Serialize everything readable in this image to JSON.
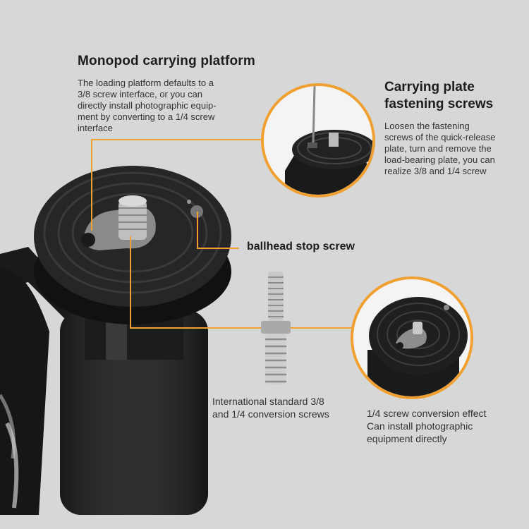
{
  "platform": {
    "title": "Monopod carrying platform",
    "desc_lines": [
      "The loading platform defaults to a",
      "3/8 screw interface, or you can",
      "directly install photographic equip-",
      "ment by converting to a 1/4 screw",
      "interface"
    ]
  },
  "fastening": {
    "title_lines": [
      "Carrying plate",
      "fastening screws"
    ],
    "desc_lines": [
      "Loosen the fastening",
      "screws of the quick-release",
      "plate, turn and remove the",
      "load-bearing plate, you can",
      "realize 3/8 and 1/4 screw"
    ]
  },
  "ballhead": {
    "label": "ballhead stop screw"
  },
  "conversion_screw": {
    "desc_lines": [
      "International standard 3/8",
      "and 1/4 conversion screws"
    ]
  },
  "effect": {
    "desc_lines": [
      "1/4 screw conversion effect",
      "Can install photographic",
      "equipment directly"
    ]
  },
  "colors": {
    "accent": "#f0a030",
    "background": "#d7d7d7"
  },
  "icons": [
    "monopod-photo",
    "platform-closeup",
    "screw-photo",
    "converted-platform-closeup"
  ]
}
